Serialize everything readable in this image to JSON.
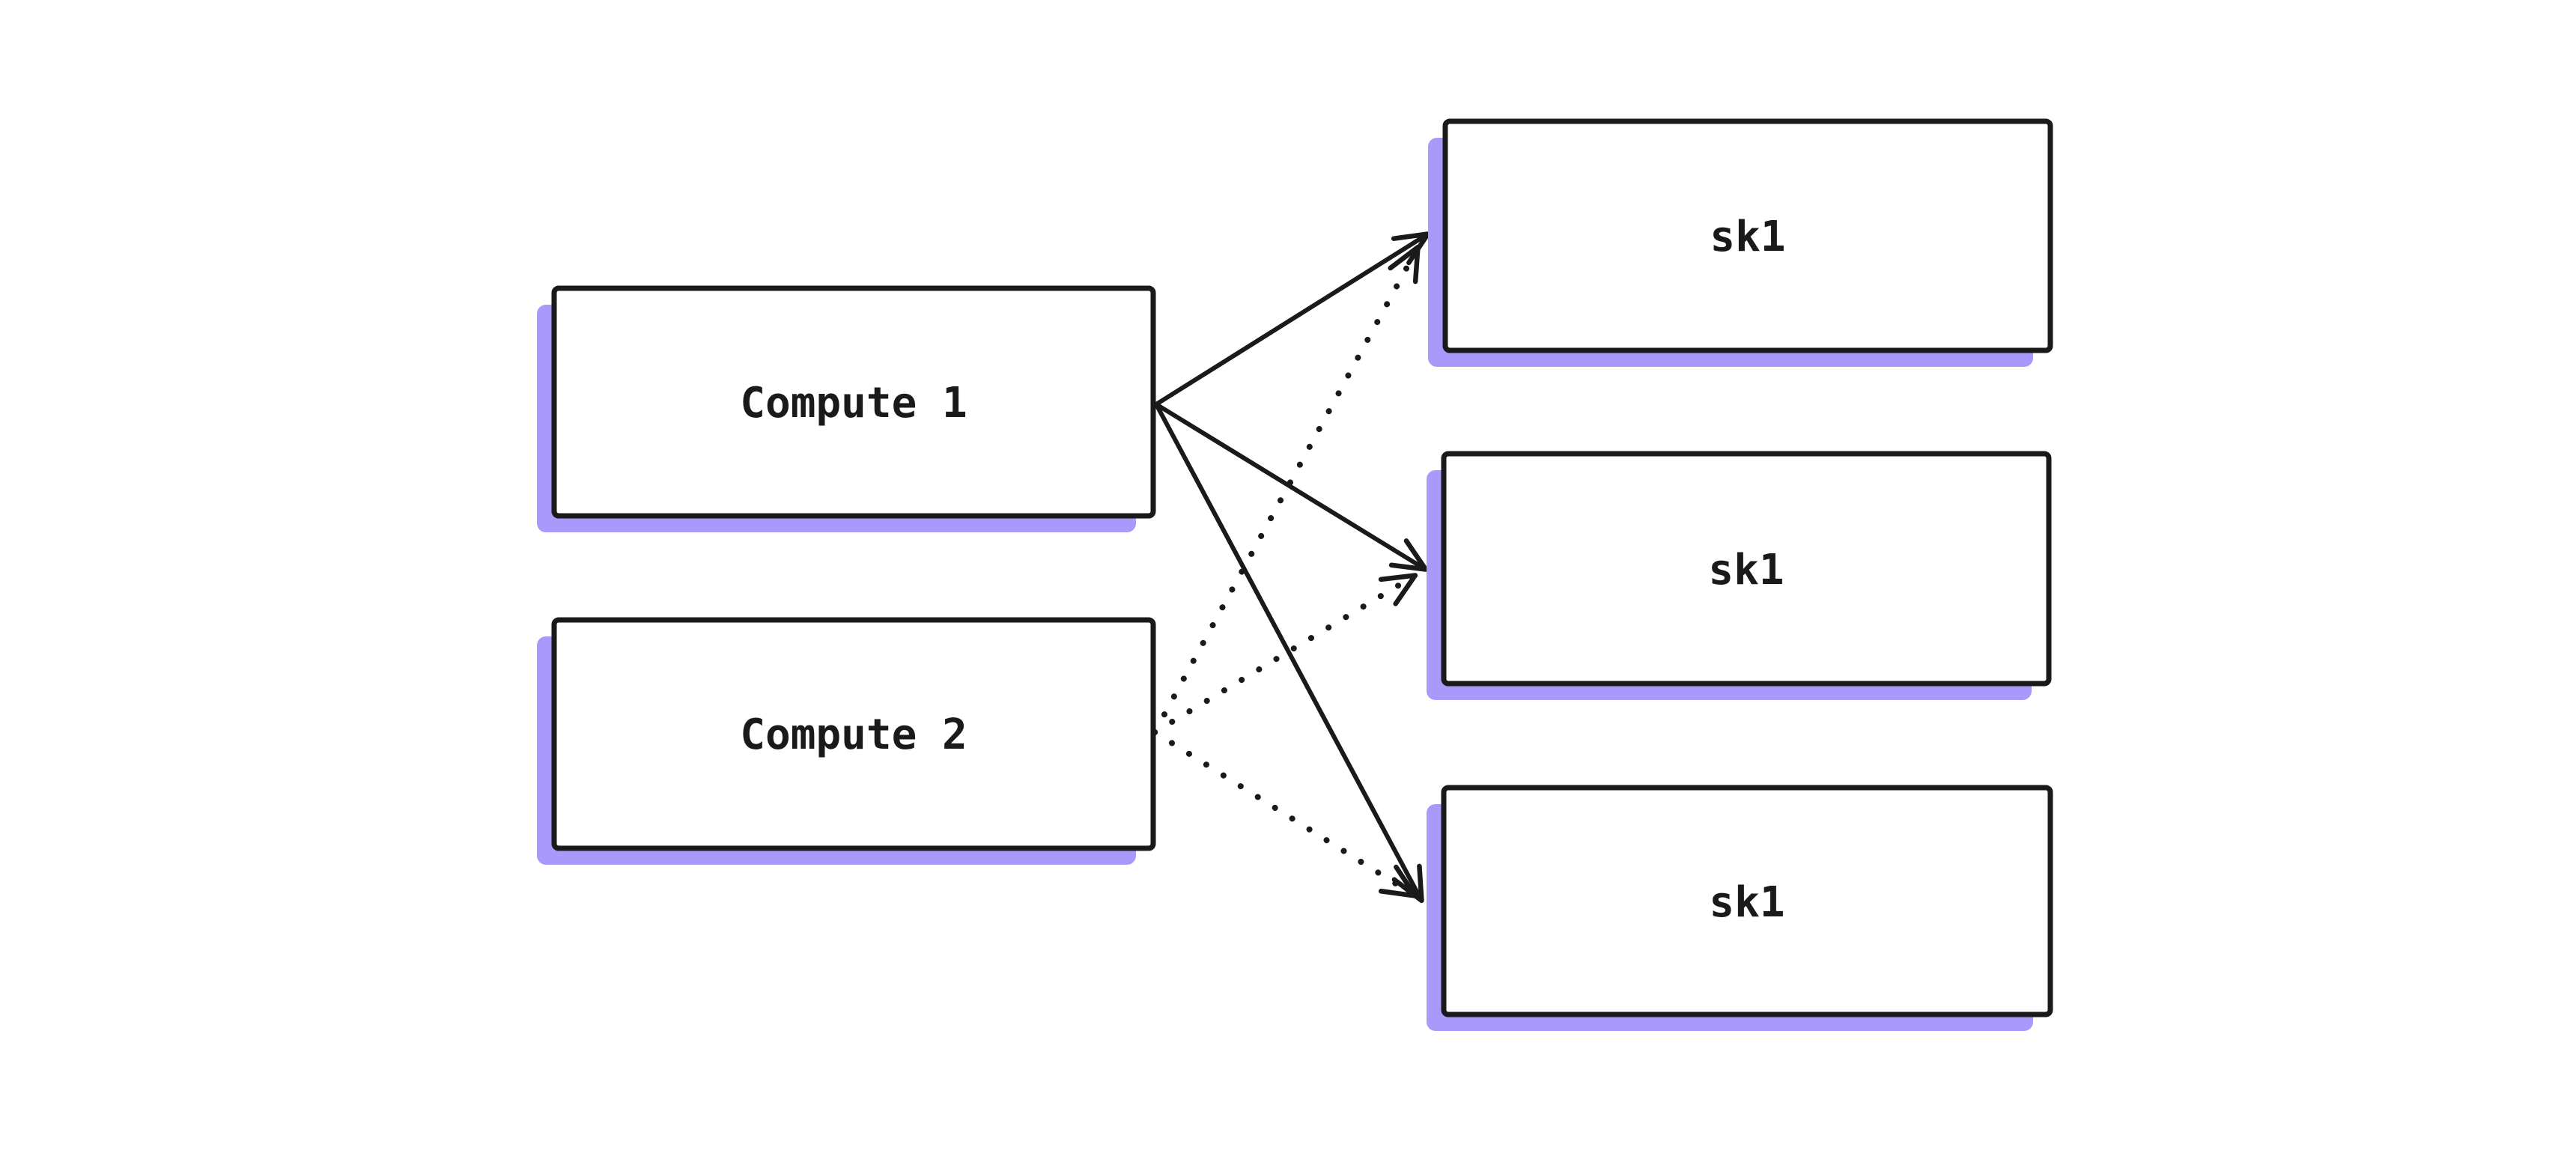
{
  "diagram": {
    "type": "graph",
    "theme": {
      "background": "#ffffff",
      "stroke": "#1a1a1a",
      "shadow": "#a899fa",
      "node_fill": "#ffffff"
    },
    "nodes": [
      {
        "id": "compute1",
        "label": "Compute 1"
      },
      {
        "id": "compute2",
        "label": "Compute 2"
      },
      {
        "id": "sk1-top",
        "label": "sk1"
      },
      {
        "id": "sk1-middle",
        "label": "sk1"
      },
      {
        "id": "sk1-bottom",
        "label": "sk1"
      }
    ],
    "edges": [
      {
        "from": "compute1",
        "to": "sk1-top",
        "style": "solid",
        "arrow": "end"
      },
      {
        "from": "compute1",
        "to": "sk1-middle",
        "style": "solid",
        "arrow": "end"
      },
      {
        "from": "compute1",
        "to": "sk1-bottom",
        "style": "solid",
        "arrow": "end"
      },
      {
        "from": "compute2",
        "to": "sk1-top",
        "style": "dotted",
        "arrow": "end"
      },
      {
        "from": "compute2",
        "to": "sk1-middle",
        "style": "dotted",
        "arrow": "end"
      },
      {
        "from": "compute2",
        "to": "sk1-bottom",
        "style": "dotted",
        "arrow": "end"
      }
    ]
  }
}
